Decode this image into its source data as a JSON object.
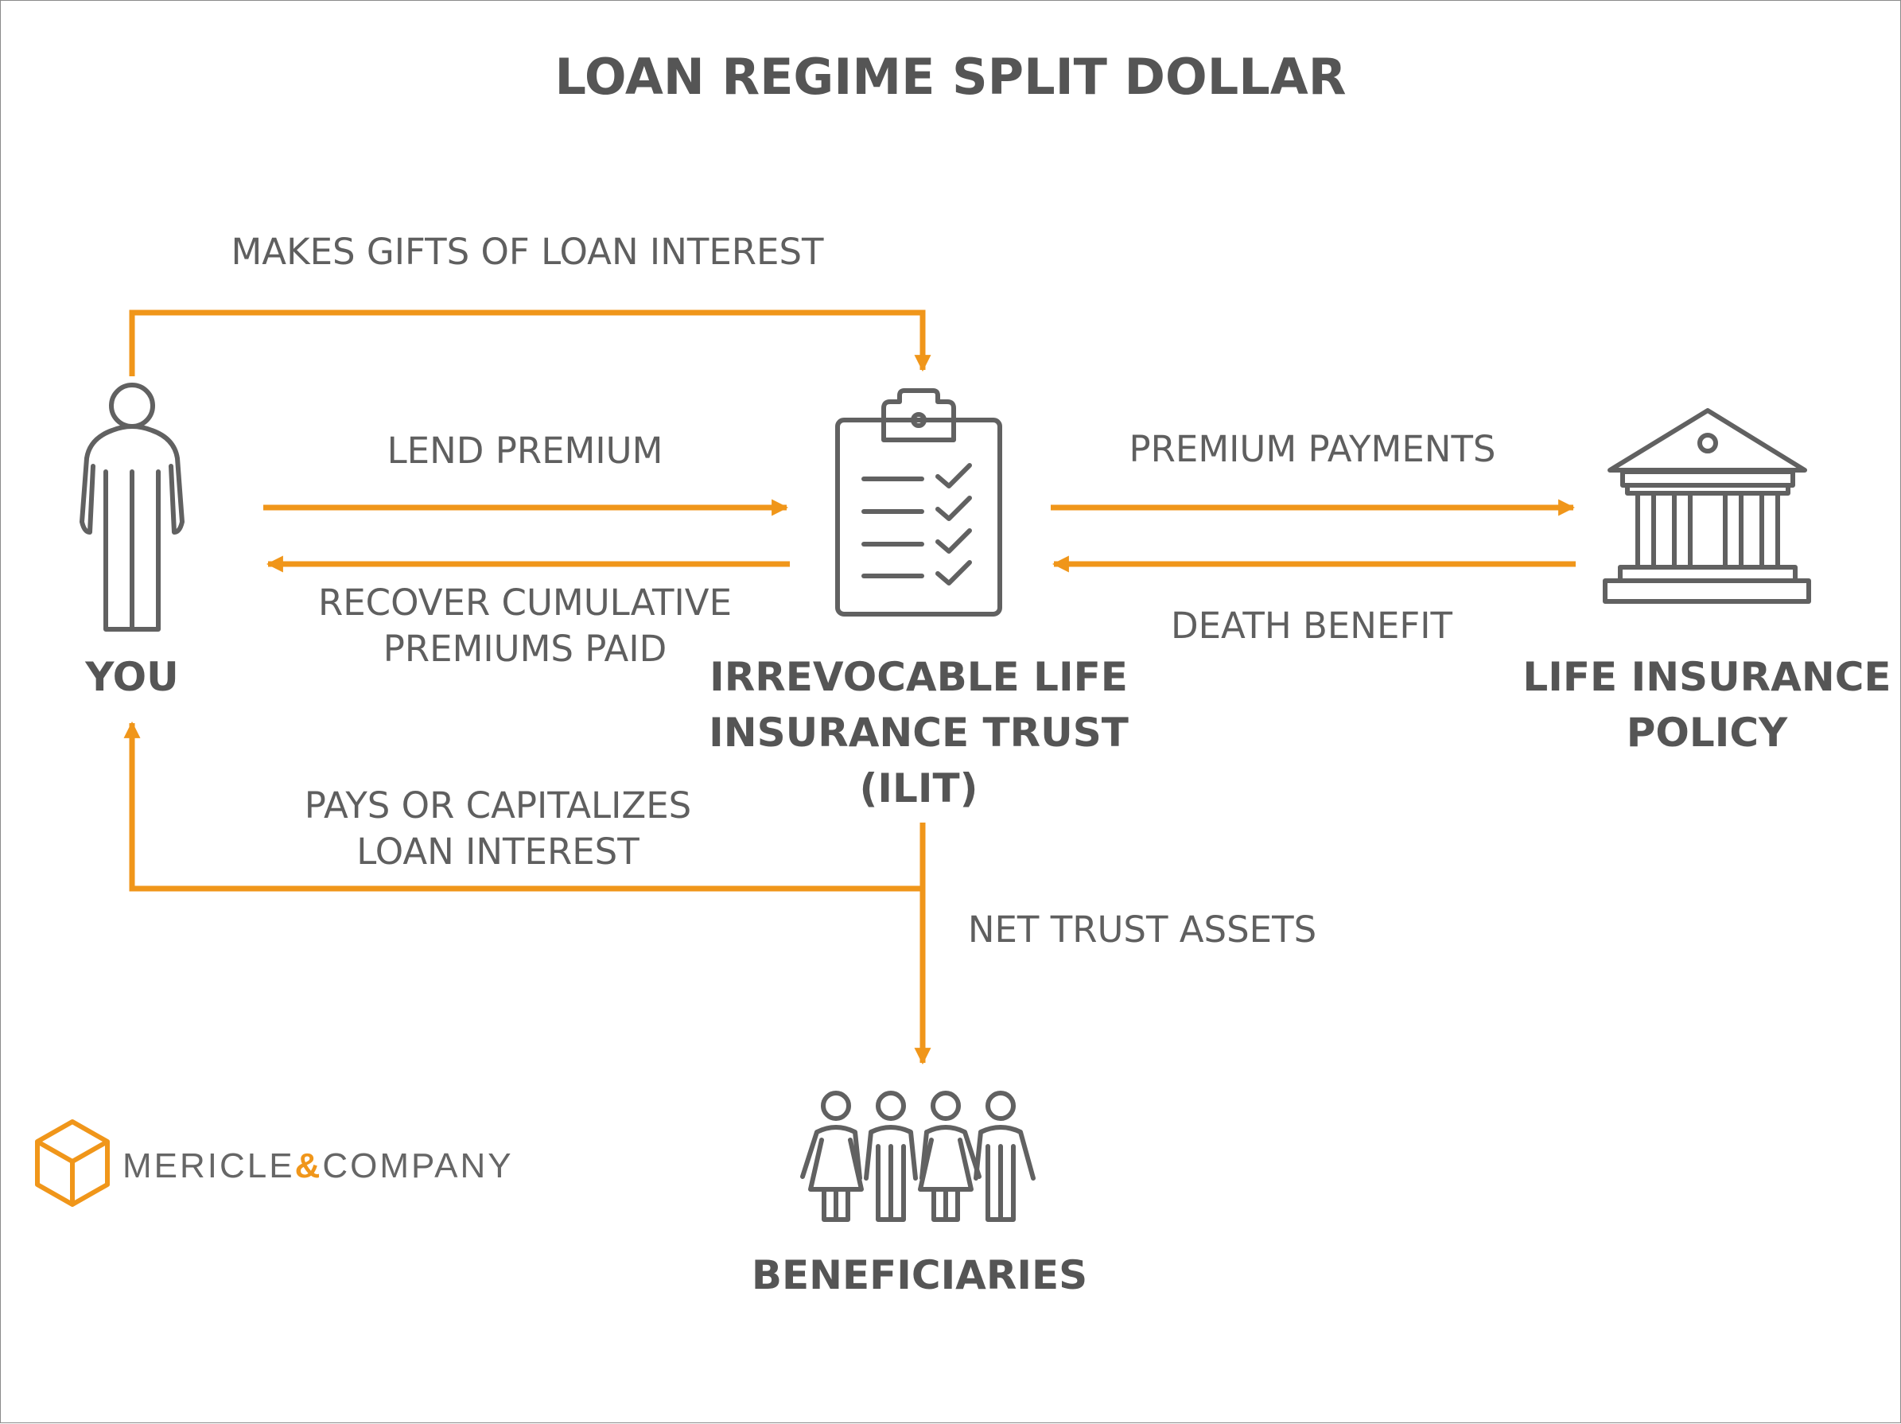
{
  "title": "LOAN REGIME SPLIT DOLLAR",
  "colors": {
    "arrow": "#F0961A",
    "icon": "#616161",
    "text": "#5F5F5F",
    "brand_accent": "#F0961A"
  },
  "nodes": {
    "you": {
      "label": "YOU",
      "icon": "person-icon"
    },
    "ilit": {
      "label_lines": [
        "IRREVOCABLE LIFE",
        "INSURANCE TRUST",
        "(ILIT)"
      ],
      "icon": "clipboard-checklist-icon"
    },
    "policy": {
      "label_lines": [
        "LIFE INSURANCE",
        "POLICY"
      ],
      "icon": "bank-building-icon"
    },
    "beneficiaries": {
      "label": "BENEFICIARIES",
      "icon": "group-people-icon"
    }
  },
  "edges": {
    "gifts": {
      "label": "MAKES GIFTS OF LOAN INTEREST",
      "from": "YOU",
      "to": "ILIT"
    },
    "lend": {
      "label": "LEND PREMIUM",
      "from": "YOU",
      "to": "ILIT"
    },
    "recover": {
      "label_lines": [
        "RECOVER CUMULATIVE",
        "PREMIUMS PAID"
      ],
      "from": "ILIT",
      "to": "YOU"
    },
    "premium_payments": {
      "label": "PREMIUM PAYMENTS",
      "from": "ILIT",
      "to": "LIFE INSURANCE POLICY"
    },
    "death_benefit": {
      "label": "DEATH BENEFIT",
      "from": "LIFE INSURANCE POLICY",
      "to": "ILIT"
    },
    "interest": {
      "label_lines": [
        "PAYS OR CAPITALIZES",
        "LOAN INTEREST"
      ],
      "from": "ILIT",
      "to": "YOU"
    },
    "net_assets": {
      "label": "NET TRUST ASSETS",
      "from": "ILIT",
      "to": "BENEFICIARIES"
    }
  },
  "logo": {
    "brand_left": "MERICLE",
    "brand_amp": "&",
    "brand_right": "COMPANY",
    "icon": "hexagon-cube-icon"
  }
}
